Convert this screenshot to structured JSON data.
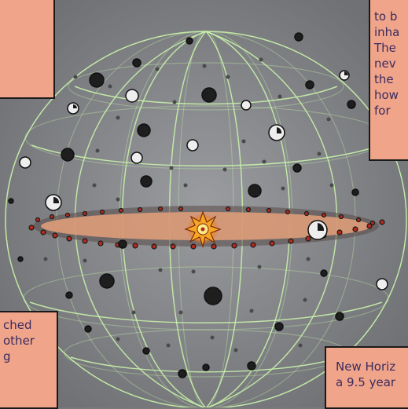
{
  "captions": {
    "top_left": {
      "lines": []
    },
    "top_right": {
      "lines": [
        "to b",
        "inha",
        "The",
        "nev",
        "the",
        "how",
        "for"
      ]
    },
    "bottom_left": {
      "lines": [
        "ched",
        "other",
        "g"
      ]
    },
    "bottom_right": {
      "lines": [
        "New Horiz",
        "a 9.5 year"
      ]
    }
  },
  "colors": {
    "background": "#77797c",
    "caption_fill": "#f0a58a",
    "caption_text": "#3a2a5e",
    "grid_lines": "#c8f0a8",
    "disk": "#e3a07a",
    "sun": "#f5a623"
  },
  "icons": [
    "sun-icon",
    "planet-icon",
    "comet-icon"
  ]
}
